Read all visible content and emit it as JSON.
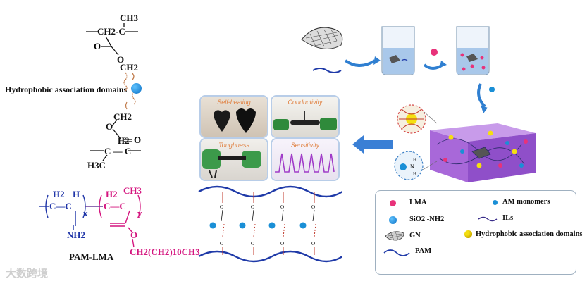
{
  "left_structure": {
    "ch3_top": "CH3",
    "ch2_ch": "CH2-C",
    "o_top": "O",
    "ch2_upper": "CH2",
    "hydrophobic_label": "Hydrophobic  association domains",
    "o_bottom": "O",
    "ch2_lower": "CH2",
    "c_bottom": "C",
    "h2": "H2",
    "c_c": "C — C",
    "h3c": "H3C"
  },
  "copolymer": {
    "h2_left": "H2",
    "main_chain": "C—C",
    "h_label": "H",
    "x_sub": "x",
    "h2_right": "H2",
    "ch3": "CH3",
    "right_chain": "C—C",
    "y_sub": "y",
    "nh2": "NH2",
    "o_label": "O",
    "side_chain": "CH2(CH2)10CH3",
    "name": "PAM-LMA"
  },
  "photos": {
    "self_healing": "Self-healing",
    "conductivity": "Conductivity",
    "toughness": "Toughness",
    "sensitivity": "Sensitivity"
  },
  "hbond_labels": {
    "o": "O",
    "nh2": "NH2",
    "h": "H",
    "n": "N"
  },
  "legend": {
    "lma": "LMA",
    "am_monomers": "AM monomers",
    "sio2": "SiO2 -NH2",
    "ils": "ILs",
    "gn": "GN",
    "hydrophobic": "Hydrophobic  association domains",
    "pam": "PAM"
  },
  "colors": {
    "pink": "#e8327a",
    "blue": "#1a8fd6",
    "yellow": "#f4df10",
    "navy": "#1f3aa8",
    "gel": "#9b5bd1"
  },
  "watermark": "大数跨境"
}
